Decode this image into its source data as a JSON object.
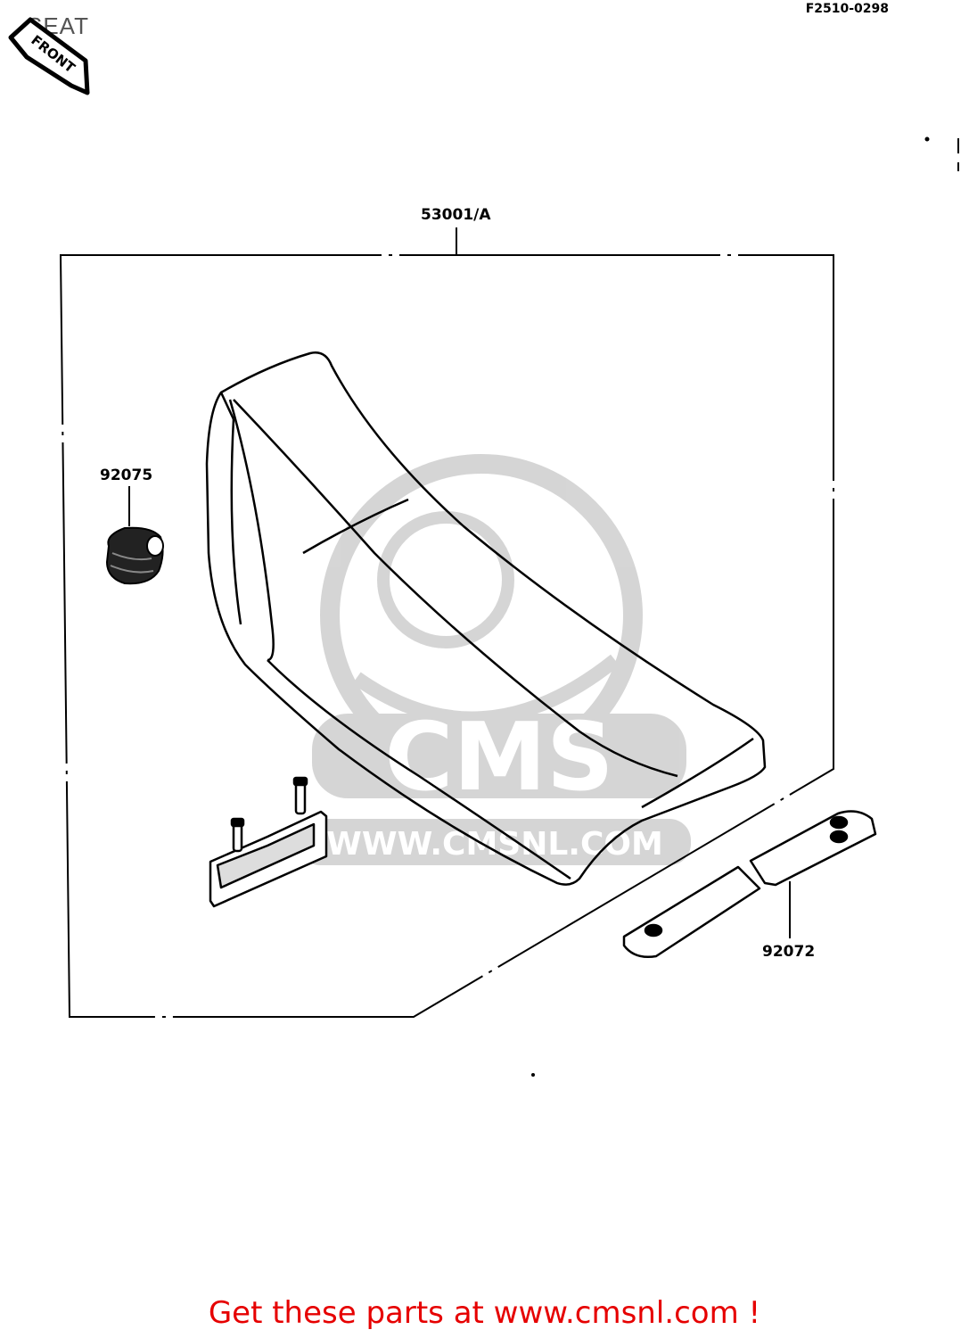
{
  "header": {
    "title": "SEAT",
    "figure_code": "F2510-0298",
    "front_indicator": "FRONT"
  },
  "diagram": {
    "main_part": {
      "number": "53001/A"
    },
    "parts": [
      {
        "number": "92075"
      },
      {
        "number": "92072"
      }
    ]
  },
  "watermark": {
    "brand": "CMS",
    "url": "WWW.CMSNL.COM"
  },
  "footer": {
    "link_text": "Get these parts at www.cmsnl.com !",
    "link_color": "#e60000"
  }
}
